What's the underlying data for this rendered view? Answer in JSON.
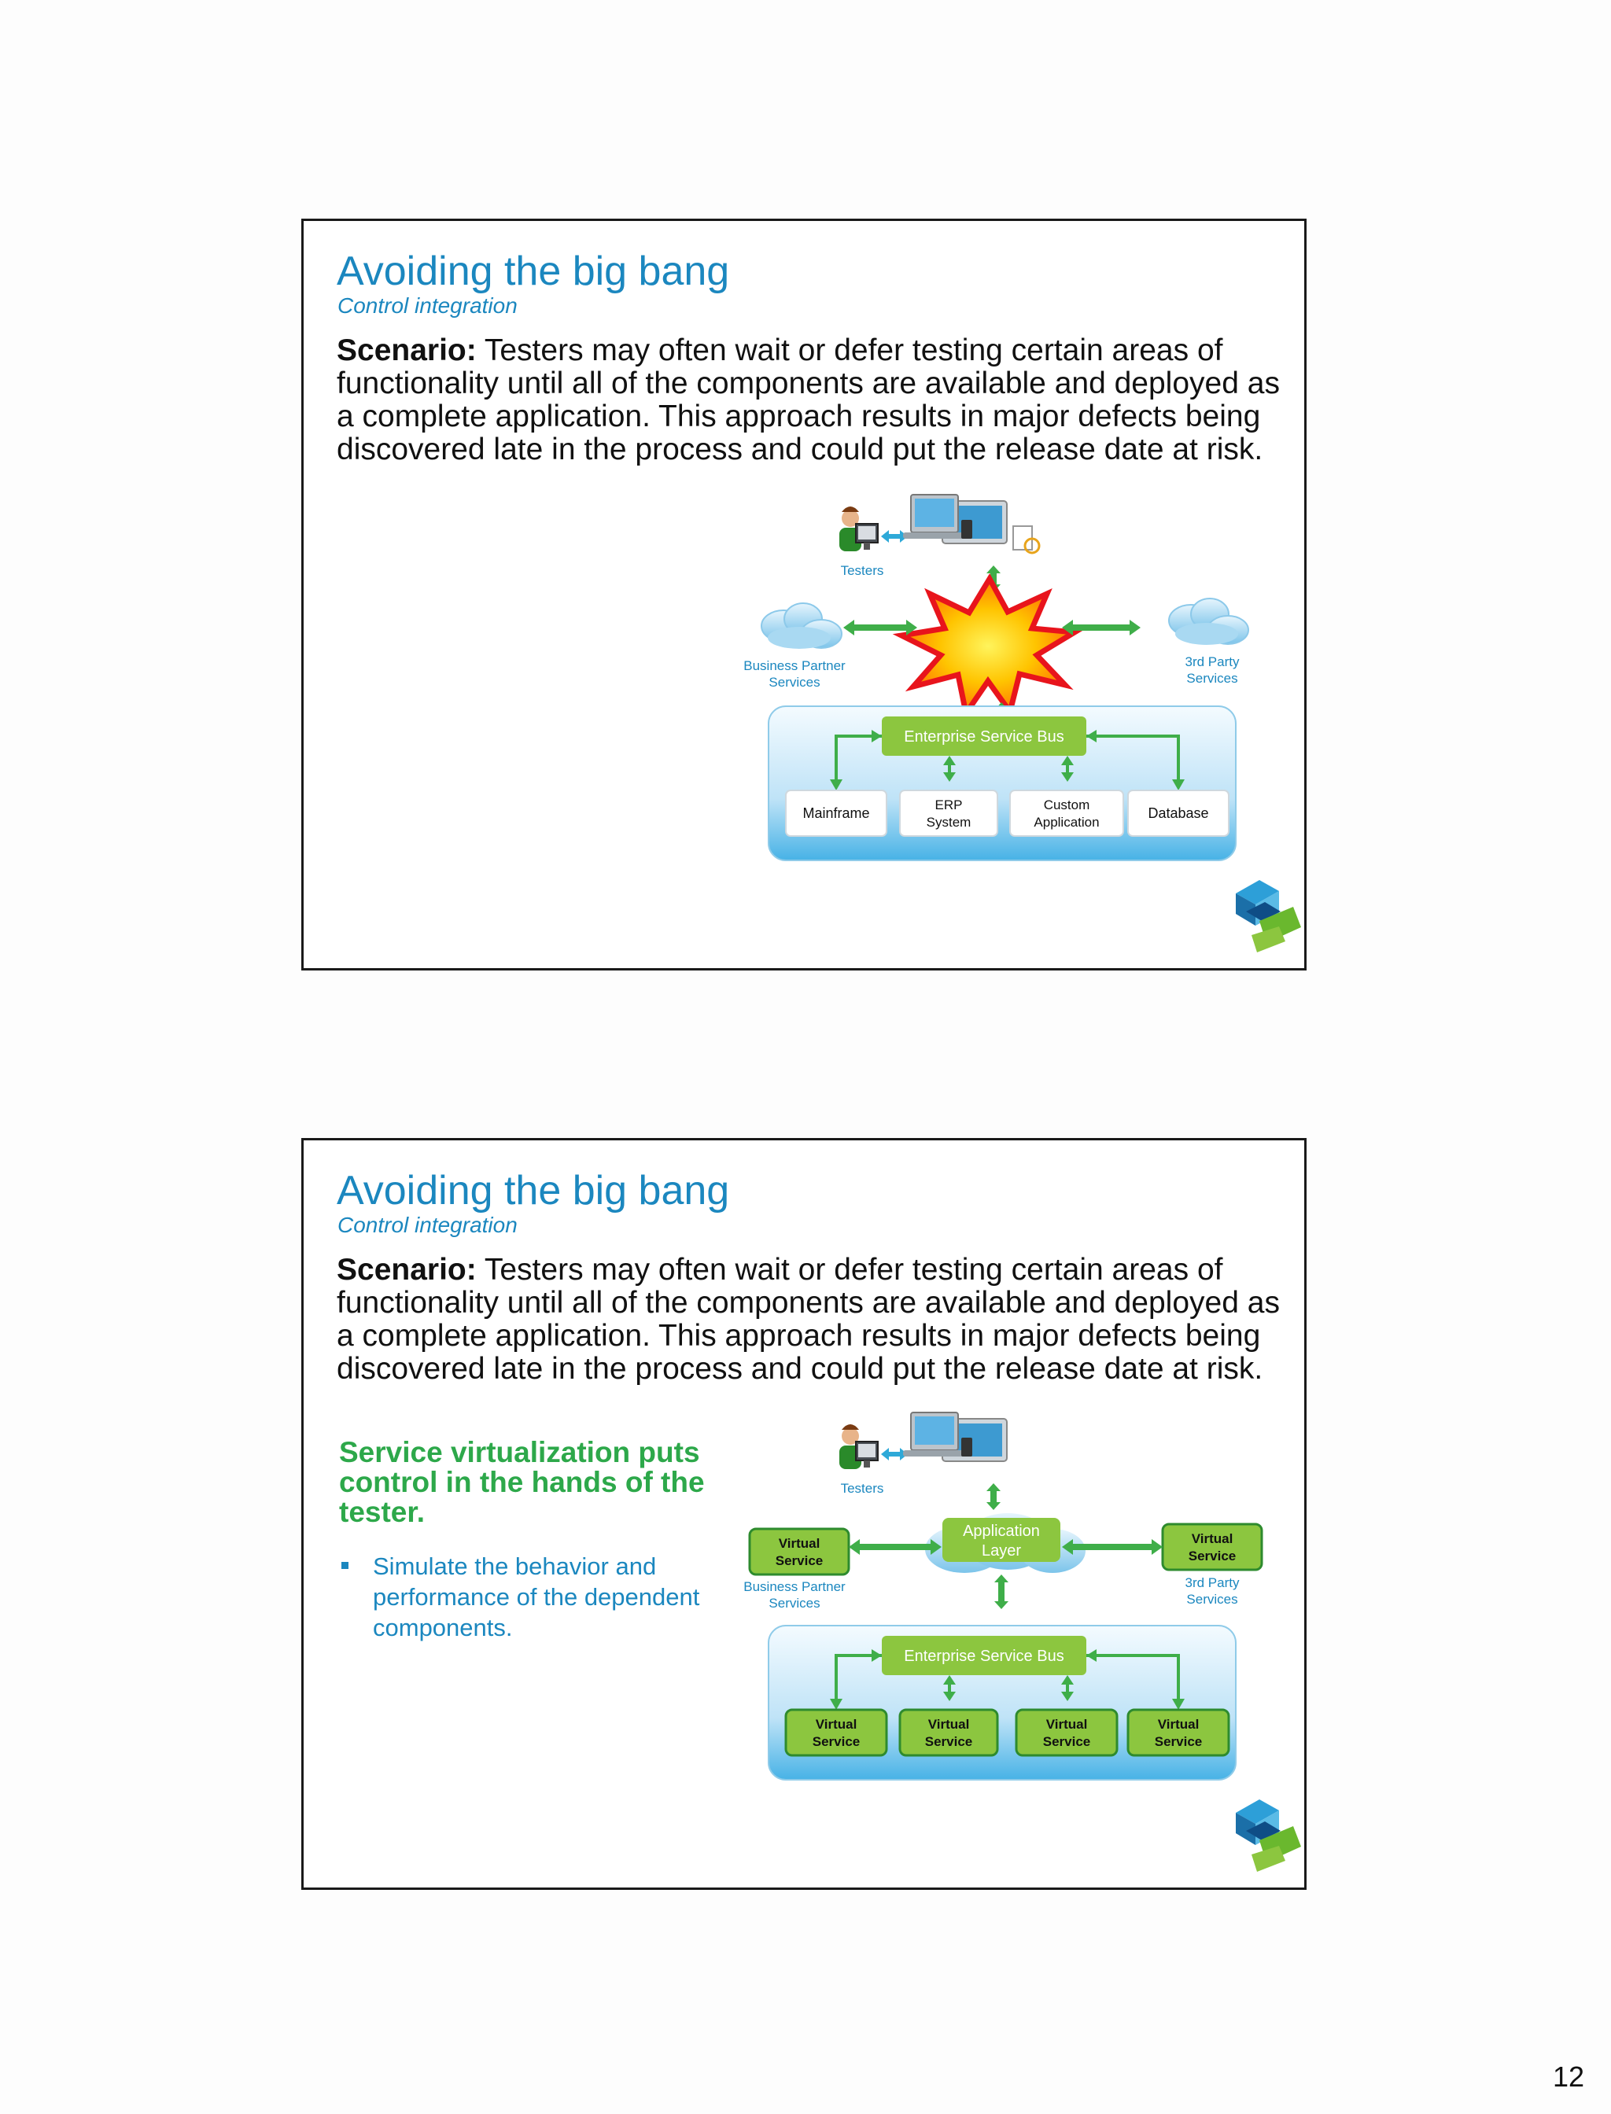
{
  "slides": [
    {
      "title": "Avoiding the big bang",
      "subtitle": "Control integration",
      "scenario_label": "Scenario:",
      "scenario_text": " Testers may often wait or defer testing certain areas of functionality until all of the components are available and deployed as a complete application. This approach results in major defects being discovered late in the process and could put the release date at risk.",
      "diagram": {
        "testers_label": "Testers",
        "left_cloud_label": "Business Partner Services",
        "right_cloud_label": "3rd Party Services",
        "esb_label": "Enterprise Service Bus",
        "components": [
          "Mainframe",
          "ERP System",
          "Custom Application",
          "Database"
        ]
      }
    },
    {
      "title": "Avoiding the big bang",
      "subtitle": "Control integration",
      "scenario_label": "Scenario:",
      "scenario_text": " Testers may often wait or defer testing certain areas of functionality until all of the components are available and deployed as a complete application. This approach results in major defects being discovered late in the process and could put the release date at risk.",
      "callout": "Service virtualization puts control in the hands of the tester.",
      "bullets": [
        "Simulate the behavior and performance of the dependent components."
      ],
      "diagram": {
        "testers_label": "Testers",
        "left_cloud_label": "Business Partner Services",
        "right_cloud_label": "3rd Party Services",
        "app_layer_label": "Application Layer",
        "esb_label": "Enterprise Service Bus",
        "virtual_service_label": "Virtual Service",
        "components": [
          "Virtual Service",
          "Virtual Service",
          "Virtual Service",
          "Virtual Service"
        ]
      }
    }
  ],
  "page_number": "12",
  "colors": {
    "title_blue": "#1b87bf",
    "callout_green": "#2da84a",
    "esb_green": "#8cc63f",
    "arrow_green": "#3fae49"
  }
}
